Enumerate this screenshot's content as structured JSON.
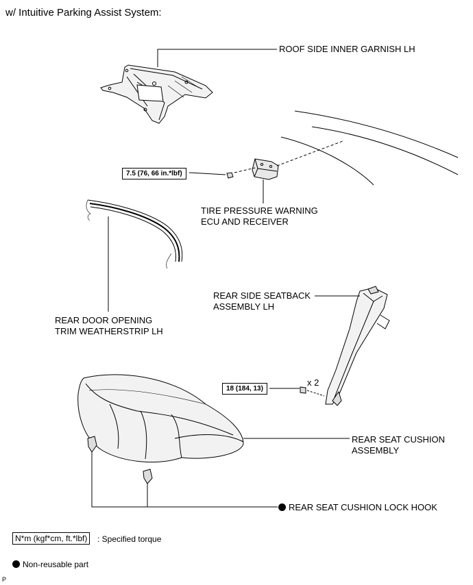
{
  "heading": "w/ Intuitive Parking Assist System:",
  "parts": {
    "roof_garnish": "ROOF SIDE INNER GARNISH LH",
    "tpms_line1": "TIRE PRESSURE WARNING",
    "tpms_line2": "ECU AND RECEIVER",
    "seatback_line1": "REAR SIDE SEATBACK",
    "seatback_line2": "ASSEMBLY LH",
    "weatherstrip_line1": "REAR DOOR OPENING",
    "weatherstrip_line2": "TRIM WEATHERSTRIP LH",
    "cushion_line1": "REAR SEAT CUSHION",
    "cushion_line2": "ASSEMBLY",
    "lock_hook": "REAR SEAT CUSHION LOCK HOOK"
  },
  "torques": {
    "tpms_nut": "7.5 (76, 66 in.*lbf)",
    "seatback_bolt": "18 (184, 13)"
  },
  "quantity": "x 2",
  "legend": {
    "torque_box": "N*m (kgf*cm, ft.*lbf)",
    "torque_desc": ": Specified torque",
    "nonreusable": "Non-reusable part"
  },
  "footer_code": "P"
}
